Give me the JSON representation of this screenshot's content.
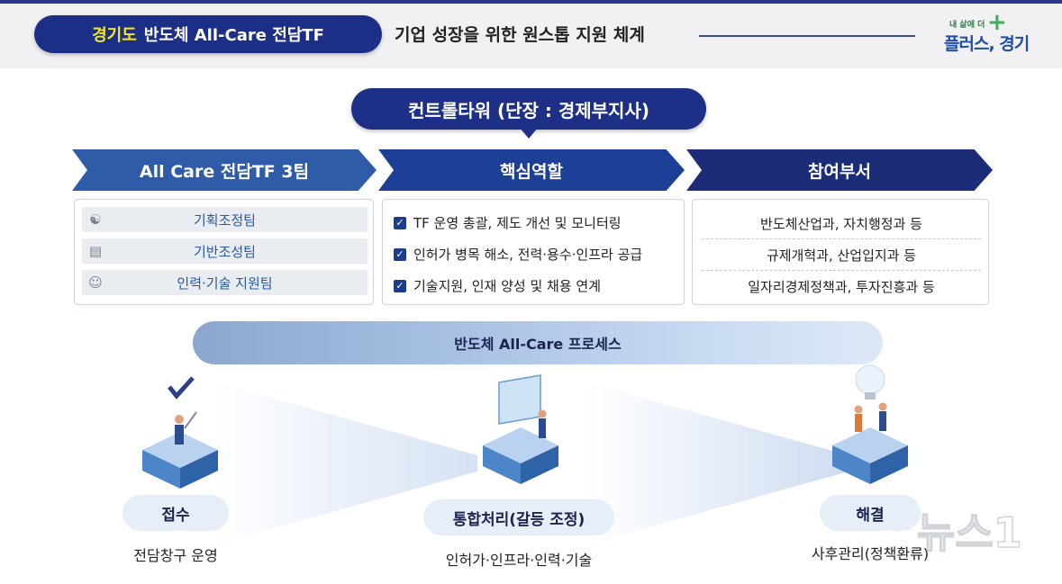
{
  "header": {
    "title_highlight": "경기도",
    "title_rest": "반도체 All-Care 전담TF",
    "subtitle": "기업 성장을 위한 원스톱 지원 체계",
    "logo_small": "내 삶에 더",
    "logo_big": "플러스, 경기"
  },
  "control_tower": "컨트롤타워 (단장 : 경제부지사)",
  "columns": {
    "teams_header": "All Care 전담TF 3팀",
    "roles_header": "핵심역할",
    "depts_header": "참여부서"
  },
  "teams": [
    {
      "label": "기획조정팀",
      "icon": "people-group-icon"
    },
    {
      "label": "기반조성팀",
      "icon": "clipboard-icon"
    },
    {
      "label": "인력·기술 지원팀",
      "icon": "handshake-icon"
    }
  ],
  "roles": [
    "TF 운영 총괄, 제도 개선 및 모니터링",
    "인허가 병목 해소, 전력·용수·인프라 공급",
    "기술지원, 인재 양성 및 채용 연계"
  ],
  "depts": [
    "반도체산업과, 자치행정과 등",
    "규제개혁과, 산업입지과 등",
    "일자리경제정책과, 투자진흥과 등"
  ],
  "process_title": "반도체 All-Care 프로세스",
  "stages": [
    {
      "title": "접수",
      "desc": "전담창구 운영"
    },
    {
      "title": "통합처리(갈등 조정)",
      "desc": "인허가·인프라·인력·기술"
    },
    {
      "title": "해결",
      "desc": "사후관리(정책환류)"
    }
  ],
  "watermark": "뉴스1",
  "colors": {
    "navy": "#1c2f86",
    "accent_yellow": "#f8e71c",
    "team_text": "#2a5aa5",
    "cube_top": "#a8c6ea",
    "cube_side": "#3f79c2"
  }
}
